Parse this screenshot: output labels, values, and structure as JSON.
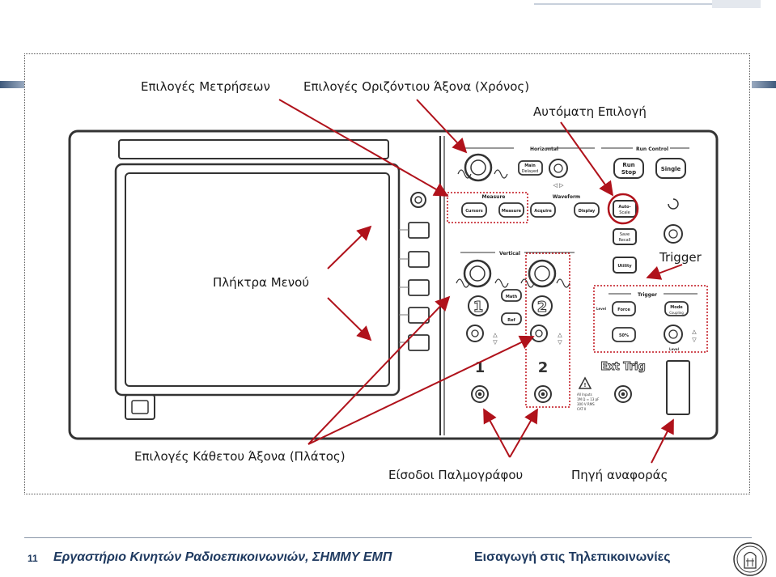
{
  "labels": {
    "measure": "Επιλογές Μετρήσεων",
    "horizontal": "Επιλογές Οριζόντιου Άξονα (Χρόνος)",
    "autoscale": "Αυτόματη Επιλογή",
    "menu_keys": "Πλήκτρα Μενού",
    "trigger": "Trigger",
    "vertical": "Επιλογές Κάθετου Άξονα (Πλάτος)",
    "inputs": "Είσοδοι Παλμογράφου",
    "ext_source": "Πηγή αναφοράς"
  },
  "panel": {
    "horizontal": "Horizontal",
    "run_control": "Run Control",
    "main_delayed": "Main Delayed",
    "run_stop": "Run Stop",
    "single": "Single",
    "measure": "Measure",
    "waveform": "Waveform",
    "cursors": "Cursors",
    "measure_btn": "Measure",
    "acquire": "Acquire",
    "display": "Display",
    "auto_scale": "Auto Scale",
    "save_recall": "Save Recall",
    "utility": "Utility",
    "vertical": "Vertical",
    "math": "Math",
    "ref": "Ref",
    "ch1": "1",
    "ch2": "2",
    "trigger": "Trigger",
    "level": "Level",
    "force": "Force",
    "mode_coupling": "Mode Coupling",
    "pct50": "50%",
    "ext_trig": "Ext Trig",
    "warning": "All Inputs 1M Ω ≈ 13 pF 300 V RMS CAT II"
  },
  "footer": {
    "slide_number": "11",
    "left": "Εργαστήριο Κινητών Ραδιοεπικοινωνιών, ΣΗΜΜΥ ΕΜΠ",
    "right": "Εισαγωγή στις Τηλεπικοινωνίες"
  },
  "colors": {
    "arrow": "#b0121b",
    "callout_box": "#c0121b",
    "footer_text": "#1f3a60"
  }
}
